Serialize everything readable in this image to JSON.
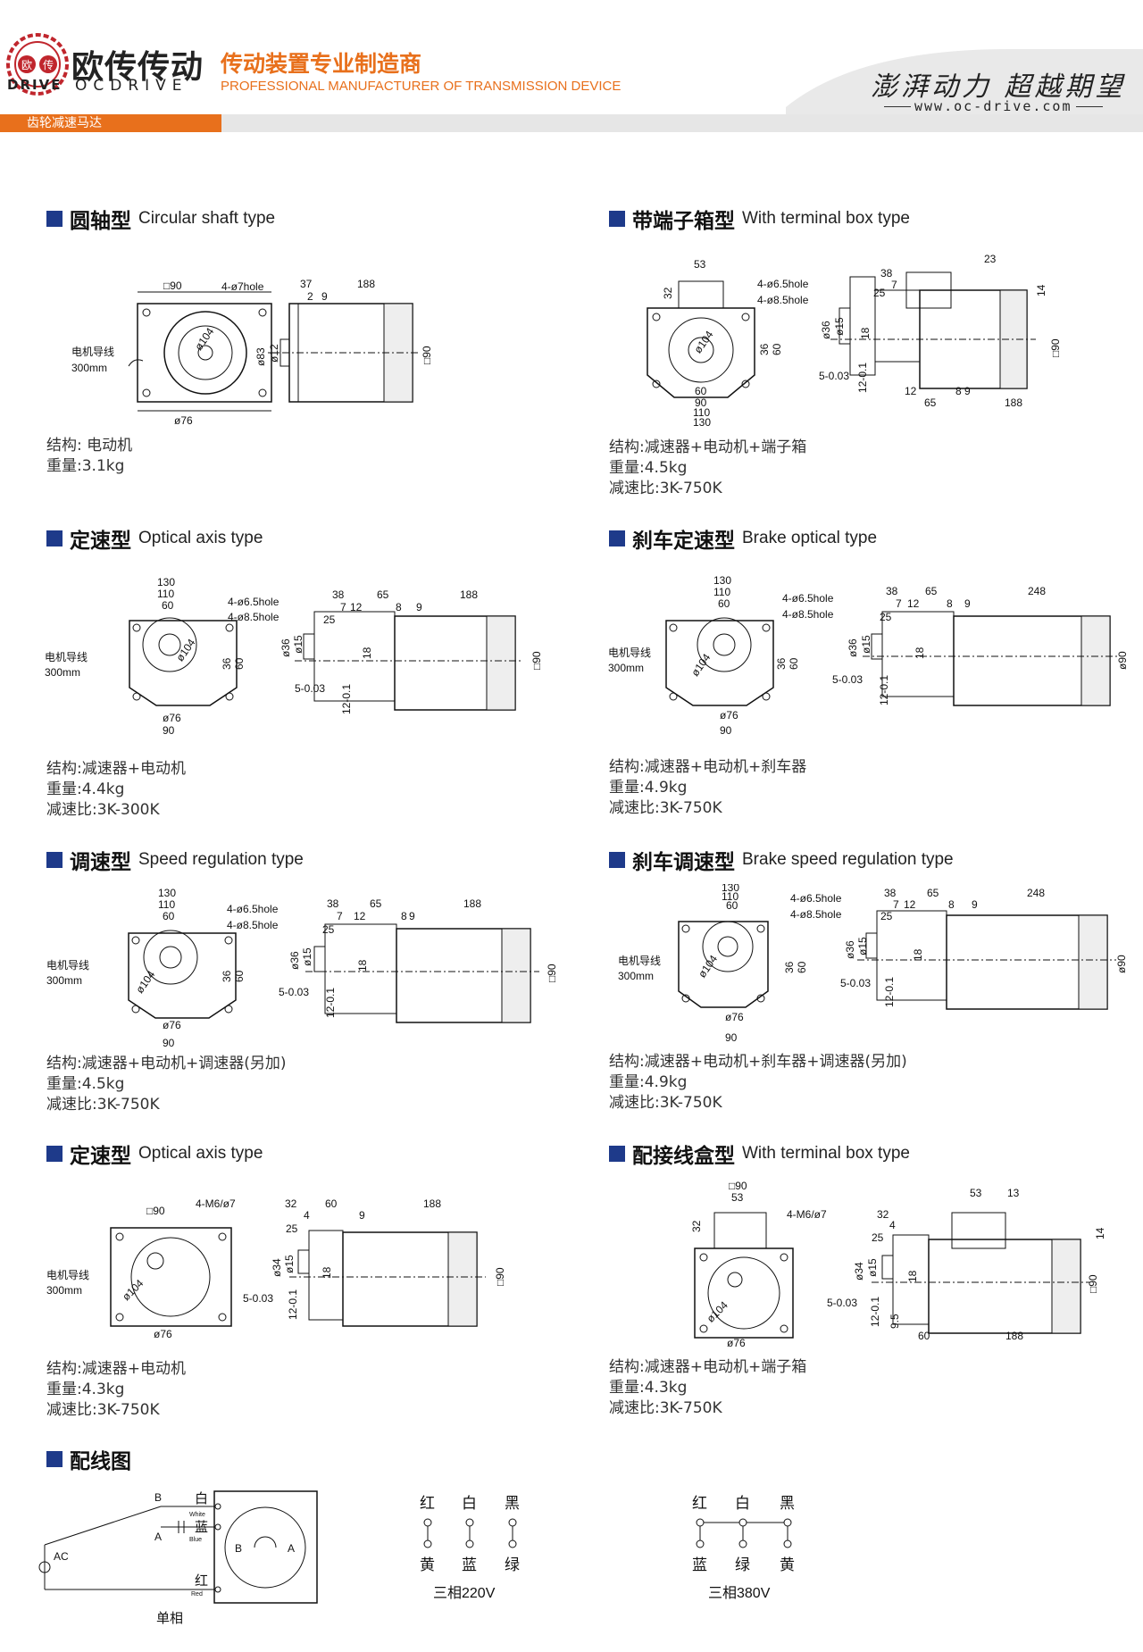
{
  "header": {
    "logo_cn": "欧传传动",
    "logo_en": "OCDRIVE",
    "logo_drive": "DRIVE",
    "logo_seal_left": "欧",
    "logo_seal_right": "传",
    "tagline_cn": "传动装置专业制造商",
    "tagline_en": "PROFESSIONAL MANUFACTURER OF TRANSMISSION DEVICE",
    "slogan": "澎湃动力 超越期望",
    "website": "www.oc-drive.com",
    "category_tab": "齿轮减速马达",
    "accent_color": "#e8701c",
    "section_marker_color": "#1e3a8a"
  },
  "sections": [
    {
      "title_cn": "圆轴型",
      "title_en": "Circular shaft type",
      "structure": "结构: 电动机",
      "weight": "重量:3.1kg",
      "ratio": "",
      "dims": {
        "sq": "□90",
        "hole": "4-ø7hole",
        "wire": "电机导线",
        "wire_len": "300mm",
        "pcd": "ø104",
        "flange": "ø76",
        "l1": "37",
        "l2": "188",
        "l3": "2",
        "l4": "9",
        "shaft_dia": "ø83",
        "shaft_small": "ø12",
        "body": "□90"
      }
    },
    {
      "title_cn": "带端子箱型",
      "title_en": "With terminal box type",
      "structure": "结构:减速器+电动机+端子箱",
      "weight": "重量:4.5kg",
      "ratio": "减速比:3K-750K",
      "dims": {
        "top": "53",
        "side": "32",
        "h1": "4-ø6.5hole",
        "h2": "4-ø8.5hole",
        "pcd": "ø104",
        "w1": "60",
        "w2": "90",
        "w3": "110",
        "w4": "130",
        "v1": "36",
        "v2": "60",
        "t1": "23",
        "t2": "38",
        "t3": "7",
        "t4": "25",
        "t5": "14",
        "shaft_d": "ø36",
        "shaft_s": "ø15",
        "key": "18",
        "k1": "12",
        "k2": "8",
        "k3": "9",
        "k4": "65",
        "k5": "188",
        "body": "□90",
        "tol1": "5-0.03",
        "tol2": "12-0.1"
      }
    },
    {
      "title_cn": "定速型",
      "title_en": "Optical axis type",
      "structure": "结构:减速器+电动机",
      "weight": "重量:4.4kg",
      "ratio": "减速比:3K-300K",
      "dims": {
        "w4": "130",
        "w3": "110",
        "w1": "60",
        "h1": "4-ø6.5hole",
        "h2": "4-ø8.5hole",
        "pcd": "ø104",
        "v1": "36",
        "v2": "60",
        "flange": "ø76",
        "w2": "90",
        "wire": "电机导线",
        "wire_len": "300mm",
        "t2": "38",
        "k4": "65",
        "k5": "188",
        "t3": "7",
        "k1": "12",
        "k2": "8",
        "k3": "9",
        "t4": "25",
        "shaft_d": "ø36",
        "shaft_s": "ø15",
        "key": "18",
        "body": "□90",
        "tol1": "5-0.03",
        "tol2": "12-0.1"
      }
    },
    {
      "title_cn": "刹车定速型",
      "title_en": "Brake optical type",
      "structure": "结构:减速器+电动机+刹车器",
      "weight": "重量:4.9kg",
      "ratio": "减速比:3K-750K",
      "dims": {
        "w4": "130",
        "w3": "110",
        "w1": "60",
        "h1": "4-ø6.5hole",
        "h2": "4-ø8.5hole",
        "pcd": "ø104",
        "v1": "36",
        "v2": "60",
        "flange": "ø76",
        "w2": "90",
        "wire": "电机导线",
        "wire_len": "300mm",
        "t2": "38",
        "k4": "65",
        "k5": "248",
        "t3": "7",
        "k1": "12",
        "k2": "8",
        "k3": "9",
        "t4": "25",
        "shaft_d": "ø36",
        "shaft_s": "ø15",
        "key": "18",
        "body": "ø90",
        "tol1": "5-0.03",
        "tol2": "12-0.1"
      }
    },
    {
      "title_cn": "调速型",
      "title_en": "Speed regulation type",
      "structure": "结构:减速器+电动机+调速器(另加)",
      "weight": "重量:4.5kg",
      "ratio": "减速比:3K-750K",
      "dims": {
        "w4": "130",
        "w3": "110",
        "w1": "60",
        "h1": "4-ø6.5hole",
        "h2": "4-ø8.5hole",
        "pcd": "ø104",
        "v1": "36",
        "v2": "60",
        "flange": "ø76",
        "w2": "90",
        "wire": "电机导线",
        "wire_len": "300mm",
        "t2": "38",
        "k4": "65",
        "k5": "188",
        "t3": "7",
        "k1": "12",
        "k2": "8",
        "k3": "9",
        "t4": "25",
        "shaft_d": "ø36",
        "shaft_s": "ø15",
        "key": "18",
        "body": "□90",
        "tol1": "5-0.03",
        "tol2": "12-0.1"
      }
    },
    {
      "title_cn": "刹车调速型",
      "title_en": "Brake speed regulation type",
      "structure": "结构:减速器+电动机+刹车器+调速器(另加)",
      "weight": "重量:4.9kg",
      "ratio": "减速比:3K-750K",
      "dims": {
        "w4": "130",
        "w3": "110",
        "w1": "60",
        "h1": "4-ø6.5hole",
        "h2": "4-ø8.5hole",
        "pcd": "ø104",
        "v1": "36",
        "v2": "60",
        "flange": "ø76",
        "w2": "90",
        "wire": "电机导线",
        "wire_len": "300mm",
        "t2": "38",
        "k4": "65",
        "k5": "248",
        "t3": "7",
        "k1": "12",
        "k2": "8",
        "k3": "9",
        "t4": "25",
        "shaft_d": "ø36",
        "shaft_s": "ø15",
        "key": "18",
        "body": "ø90",
        "tol1": "5-0.03",
        "tol2": "12-0.1"
      }
    },
    {
      "title_cn": "定速型",
      "title_en": "Optical axis type",
      "structure": "结构:减速器+电动机",
      "weight": "重量:4.3kg",
      "ratio": "减速比:3K-750K",
      "dims": {
        "sq": "□90",
        "hole": "4-M6/ø7",
        "wire": "电机导线",
        "wire_len": "300mm",
        "pcd": "ø104",
        "flange": "ø76",
        "t2": "32",
        "k4": "60",
        "k5": "188",
        "t4": "25",
        "t3": "4",
        "k3": "9",
        "shaft_d": "ø34",
        "shaft_s": "ø15",
        "key": "18",
        "body": "□90",
        "tol1": "5-0.03",
        "tol2": "12-0.1"
      }
    },
    {
      "title_cn": "配接线盒型",
      "title_en": "With terminal box type",
      "structure": "结构:减速器+电动机+端子箱",
      "weight": "重量:4.3kg",
      "ratio": "减速比:3K-750K",
      "dims": {
        "sq": "□90",
        "top": "53",
        "side": "32",
        "hole": "4-M6/ø7",
        "pcd": "ø104",
        "flange": "ø76",
        "t1": "53",
        "t5": "13",
        "t2": "32",
        "t3": "4",
        "t4": "25",
        "v": "14",
        "shaft_d": "ø34",
        "shaft_s": "ø15",
        "key": "18",
        "k4": "60",
        "k3": "9.5",
        "k5": "188",
        "body": "□90",
        "tol1": "5-0.03",
        "tol2": "12-0.1"
      }
    }
  ],
  "wiring": {
    "title": "配线图",
    "single_phase": {
      "B": "B",
      "A": "A",
      "white": "白",
      "white_en": "White",
      "blue": "蓝",
      "blue_en": "Blue",
      "red": "红",
      "red_en": "Red",
      "ac": "AC",
      "caption": "单相",
      "rot_b": "B",
      "rot_a": "A"
    },
    "three_phase_220": {
      "top": [
        "红",
        "白",
        "黑"
      ],
      "bottom": [
        "黄",
        "蓝",
        "绿"
      ],
      "caption": "三相220V"
    },
    "three_phase_380": {
      "top": [
        "红",
        "白",
        "黑"
      ],
      "bottom": [
        "蓝",
        "绿",
        "黄"
      ],
      "caption": "三相380V"
    }
  }
}
